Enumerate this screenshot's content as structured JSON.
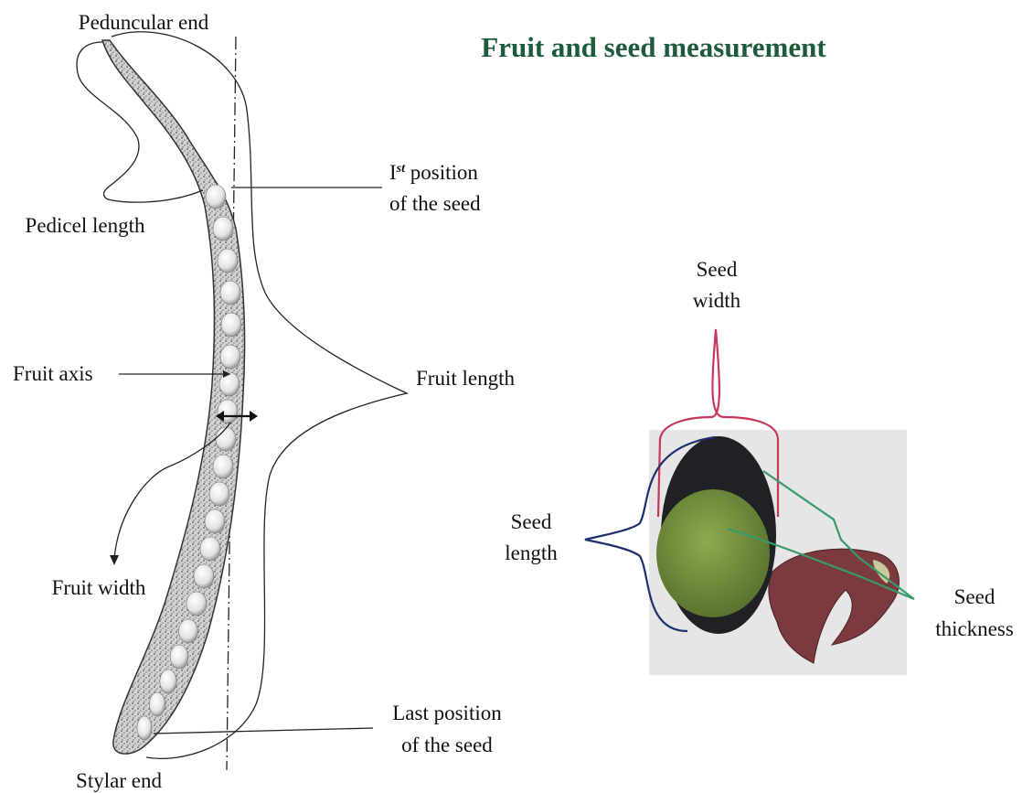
{
  "title": "Fruit and seed measurement",
  "colors": {
    "title": "#1e5b3a",
    "seed_width_bracket": "#c8375a",
    "seed_length_bracket": "#1f2f6e",
    "seed_thickness_line": "#3a9a6a",
    "pod_fill": "#cfcfcf",
    "seed_coat": "#1f2124",
    "cotyledon": "#6f8f3a",
    "photo_bg": "#e6e6e6",
    "pod_shell": "#7a3a3e"
  },
  "labels": {
    "peduncular_end": "Peduncular end",
    "first_position_ordinal": "I",
    "first_position_sup": "st",
    "first_position_rest": " position",
    "first_position_line2": "of the seed",
    "pedicel_length": "Pedicel length",
    "fruit_axis": "Fruit axis",
    "fruit_length": "Fruit length",
    "fruit_width": "Fruit width",
    "last_position_line1": "Last position",
    "last_position_line2": "of the seed",
    "stylar_end": "Stylar end",
    "seed_width_line1": "Seed",
    "seed_width_line2": "width",
    "seed_length_line1": "Seed",
    "seed_length_line2": "length",
    "seed_thickness_line1": "Seed",
    "seed_thickness_line2": "thickness"
  },
  "icons": {
    "fruit_width_arrow": "double-headed-arrow-icon",
    "fruit_width_pointer": "curved-arrow-icon"
  }
}
